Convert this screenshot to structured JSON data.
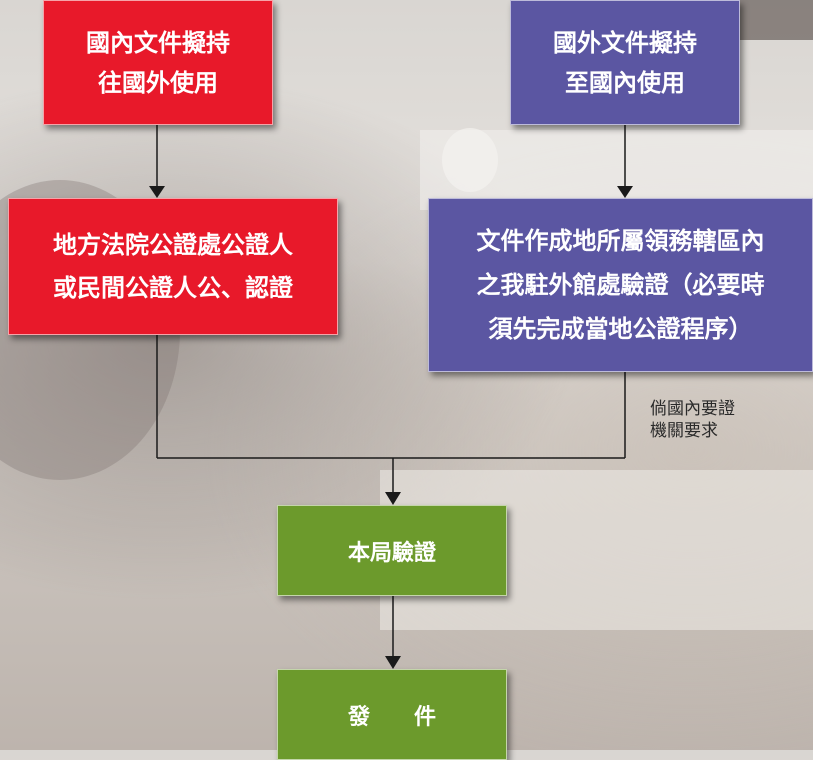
{
  "boxes": {
    "domestic_abroad": "國內文件擬持\n往國外使用",
    "foreign_domestic": "國外文件擬持\n至國內使用",
    "local_notary": "地方法院公證處公證人\n或民間公證人公、認證",
    "overseas_mission": "文件作成地所屬領務轄區內\n之我駐外館處驗證（必要時\n須先完成當地公證程序）",
    "bureau_verification": "本局驗證",
    "issue": "發　　件"
  },
  "note": "倘國內要證\n機關要求",
  "colors": {
    "red": "#e8192a",
    "purple": "#5b56a2",
    "green": "#6c9a2c",
    "connector": "#1a1a1a"
  }
}
